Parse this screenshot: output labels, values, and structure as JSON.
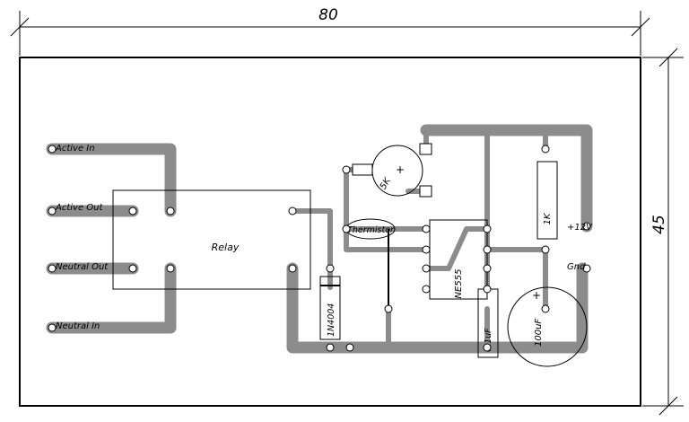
{
  "dimensions": {
    "width": "80",
    "height": "45"
  },
  "terminals": [
    {
      "id": "active-in",
      "label": "Active In"
    },
    {
      "id": "active-out",
      "label": "Active Out"
    },
    {
      "id": "neutral-out",
      "label": "Neutral Out"
    },
    {
      "id": "neutral-in",
      "label": "Neutral In"
    }
  ],
  "components": {
    "relay": "Relay",
    "pot": "5K",
    "pot_polarity": "+",
    "thermistor": "Thermistor",
    "ic": "NE555",
    "resistor": "1K",
    "diode": "1N4004",
    "cap_small": "0.1uF",
    "cap_large": "100uF",
    "cap_large_polarity": "+"
  },
  "power": {
    "positive": "+12V",
    "ground": "Gnd"
  },
  "colors": {
    "trace": "#8c8c8c",
    "outline": "#000000",
    "background": "#ffffff"
  }
}
